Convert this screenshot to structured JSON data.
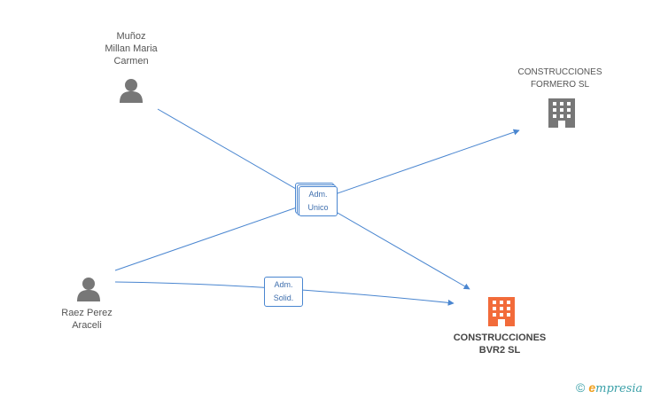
{
  "nodes": {
    "munoz": {
      "lines": [
        "Muñoz",
        "Millan Maria",
        "Carmen"
      ],
      "type": "person",
      "color": "#777777"
    },
    "raez": {
      "lines": [
        "Raez Perez",
        "Araceli"
      ],
      "type": "person",
      "color": "#777777"
    },
    "formero": {
      "lines": [
        "CONSTRUCCIONES",
        "FORMERO  SL"
      ],
      "type": "company",
      "color": "#777777"
    },
    "bvr2": {
      "lines": [
        "CONSTRUCCIONES",
        "BVR2 SL"
      ],
      "type": "company",
      "color": "#f26b3a"
    }
  },
  "edge_labels": {
    "adm_unico": [
      "Adm.",
      "Unico"
    ],
    "adm_solid": [
      "Adm.",
      "Solid."
    ]
  },
  "edge_color": "#4a86d0",
  "brand": {
    "copyright": "©",
    "e": "e",
    "rest": "mpresia"
  }
}
